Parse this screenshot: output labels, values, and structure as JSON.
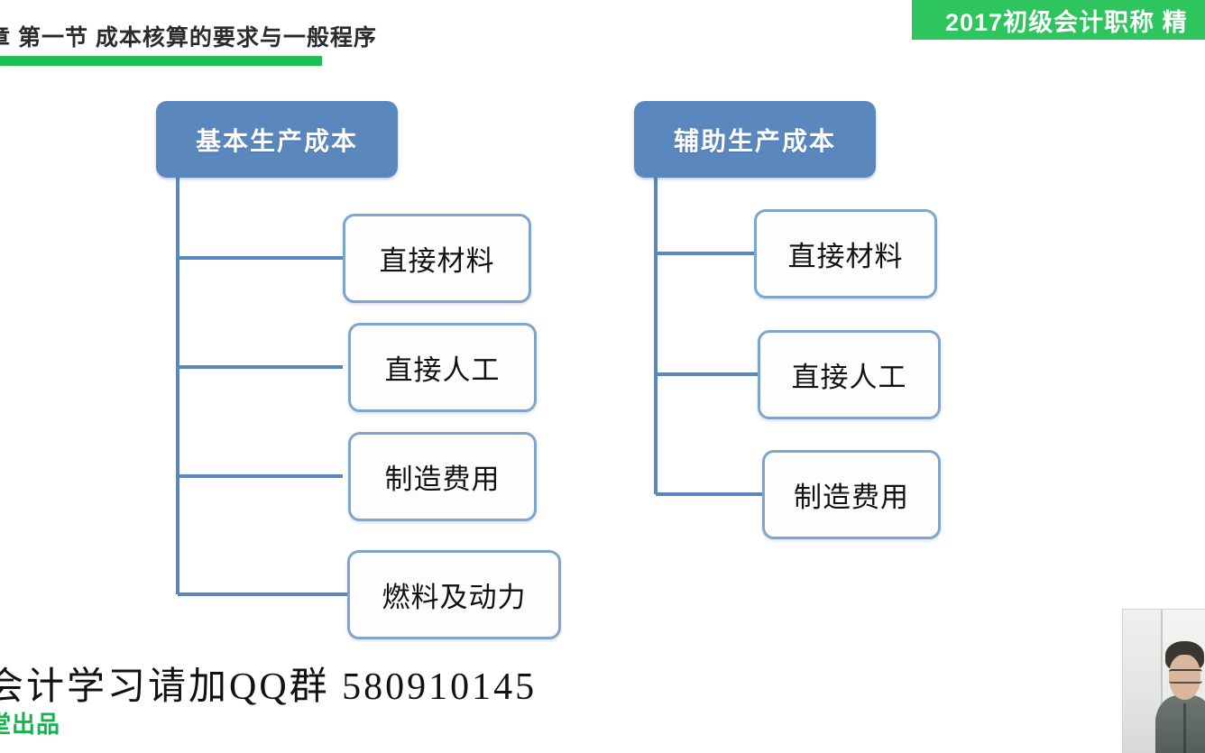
{
  "slide": {
    "title": "章 第一节  成本核算的要求与一般程序",
    "rule_color": "#1CBF55"
  },
  "course_badge": {
    "text": "2017初级会计职称  精",
    "background_color": "#2EC45E",
    "text_color": "#FFFFFF"
  },
  "chart_data": {
    "type": "diagram",
    "title": "成本核算项目结构图",
    "style": {
      "root_fill": "#5B87BF",
      "root_text": "#FFFFFF",
      "child_fill": "#FDFDFD",
      "child_border": "#7FA5CC",
      "child_text": "#111111",
      "connector_color": "#5B87BF"
    },
    "trees": [
      {
        "id": "basic-production-cost",
        "root": "基本生产成本",
        "children": [
          "直接材料",
          "直接人工",
          "制造费用",
          "燃料及动力"
        ]
      },
      {
        "id": "auxiliary-production-cost",
        "root": "辅助生产成本",
        "children": [
          "直接材料",
          "直接人工",
          "制造费用"
        ]
      }
    ]
  },
  "watermarks": {
    "qq_group": "会计学习请加QQ群 580910145",
    "brand": "堂出品",
    "brand_color": "#18B150"
  },
  "webcam": {
    "label": "presenter-video"
  }
}
